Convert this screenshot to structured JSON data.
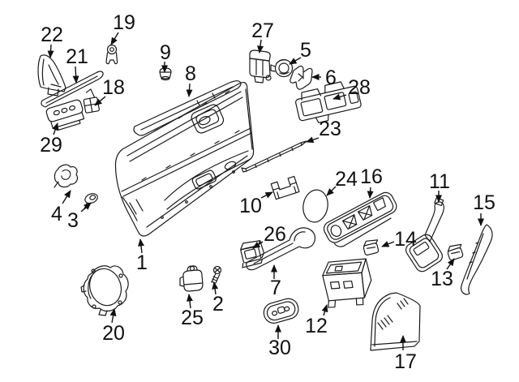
{
  "diagram": {
    "type": "exploded-parts-diagram",
    "subject": "front-door-interior-trim-panel",
    "colors": {
      "background": "#ffffff",
      "line": "#1a1a1a",
      "label": "#111111"
    },
    "label_font_size": 25,
    "callouts": [
      {
        "number": "22",
        "part": "mirror-corner-cover",
        "label": [
          64,
          51
        ],
        "arrow": [
          63,
          55,
          62,
          71
        ]
      },
      {
        "number": "21",
        "part": "upper-molding-strip",
        "label": [
          95,
          78
        ],
        "arrow": [
          93,
          82,
          94,
          102
        ]
      },
      {
        "number": "19",
        "part": "retainer-clip",
        "label": [
          153,
          36
        ],
        "arrow": [
          146,
          40,
          137,
          55
        ]
      },
      {
        "number": "9",
        "part": "grommet",
        "label": [
          204,
          73
        ],
        "arrow": [
          203,
          76,
          203,
          89
        ]
      },
      {
        "number": "8",
        "part": "belt-molding-strip",
        "label": [
          235,
          99
        ],
        "arrow": [
          234,
          103,
          233,
          119
        ]
      },
      {
        "number": "27",
        "part": "mirror-switch",
        "label": [
          324,
          46
        ],
        "arrow": [
          322,
          49,
          320,
          65
        ]
      },
      {
        "number": "5",
        "part": "round-retainer",
        "label": [
          377,
          70
        ],
        "arrow": [
          371,
          71,
          357,
          79
        ]
      },
      {
        "number": "6",
        "part": "bracket-clip",
        "label": [
          408,
          104
        ],
        "arrow": [
          396,
          95,
          385,
          95
        ]
      },
      {
        "number": "28",
        "part": "window-switch-unit",
        "label": [
          443,
          116
        ],
        "arrow": [
          427,
          117,
          411,
          122
        ]
      },
      {
        "number": "23",
        "part": "lock-rod",
        "label": [
          407,
          167
        ],
        "arrow": [
          393,
          170,
          378,
          175
        ]
      },
      {
        "number": "18",
        "part": "clip",
        "label": [
          140,
          116
        ],
        "arrow": [
          130,
          119,
          117,
          130
        ]
      },
      {
        "number": "29",
        "part": "switch-plate",
        "label": [
          63,
          187
        ],
        "arrow": [
          66,
          166,
          71,
          152
        ]
      },
      {
        "number": "4",
        "part": "retainer-clip",
        "label": [
          70,
          272
        ],
        "arrow": [
          77,
          251,
          87,
          235
        ]
      },
      {
        "number": "3",
        "part": "rivet",
        "label": [
          90,
          280
        ],
        "arrow": [
          100,
          261,
          112,
          250
        ]
      },
      {
        "number": "1",
        "part": "door-trim-panel",
        "label": [
          175,
          332
        ],
        "arrow": [
          175,
          312,
          173,
          295
        ]
      },
      {
        "number": "10",
        "part": "handle-bracket",
        "label": [
          309,
          262
        ],
        "arrow": [
          322,
          244,
          336,
          237
        ]
      },
      {
        "number": "24",
        "part": "oval-gasket",
        "label": [
          427,
          229
        ],
        "arrow": [
          414,
          230,
          403,
          241
        ]
      },
      {
        "number": "16",
        "part": "switch-bezel",
        "label": [
          458,
          226
        ],
        "arrow": [
          457,
          231,
          456,
          244
        ]
      },
      {
        "number": "11",
        "part": "pull-handle-trim",
        "label": [
          542,
          232
        ],
        "arrow": [
          541,
          235,
          541,
          249
        ]
      },
      {
        "number": "15",
        "part": "trim-molding",
        "label": [
          597,
          258
        ],
        "arrow": [
          593,
          263,
          593,
          278
        ]
      },
      {
        "number": "14",
        "part": "clip",
        "label": [
          500,
          303
        ],
        "arrow": [
          486,
          298,
          471,
          304
        ]
      },
      {
        "number": "13",
        "part": "clip",
        "label": [
          545,
          352
        ],
        "arrow": [
          551,
          332,
          560,
          319
        ]
      },
      {
        "number": "26",
        "part": "switch",
        "label": [
          339,
          297
        ],
        "arrow": [
          324,
          298,
          312,
          306
        ]
      },
      {
        "number": "7",
        "part": "door-pull-handle",
        "label": [
          340,
          363
        ],
        "arrow": [
          338,
          344,
          338,
          327
        ]
      },
      {
        "number": "12",
        "part": "storage-bin",
        "label": [
          390,
          410
        ],
        "arrow": [
          399,
          389,
          403,
          376
        ]
      },
      {
        "number": "30",
        "part": "bezel-plate",
        "label": [
          345,
          437
        ],
        "arrow": [
          343,
          418,
          343,
          401
        ]
      },
      {
        "number": "17",
        "part": "door-pocket-panel",
        "label": [
          500,
          454
        ],
        "arrow": [
          497,
          432,
          497,
          414
        ]
      },
      {
        "number": "20",
        "part": "speaker-bracket",
        "label": [
          140,
          419
        ],
        "arrow": [
          138,
          398,
          141,
          381
        ]
      },
      {
        "number": "25",
        "part": "clip",
        "label": [
          237,
          400
        ],
        "arrow": [
          235,
          380,
          233,
          363
        ]
      },
      {
        "number": "2",
        "part": "screw",
        "label": [
          269,
          383
        ],
        "arrow": [
          266,
          363,
          264,
          348
        ]
      }
    ]
  }
}
